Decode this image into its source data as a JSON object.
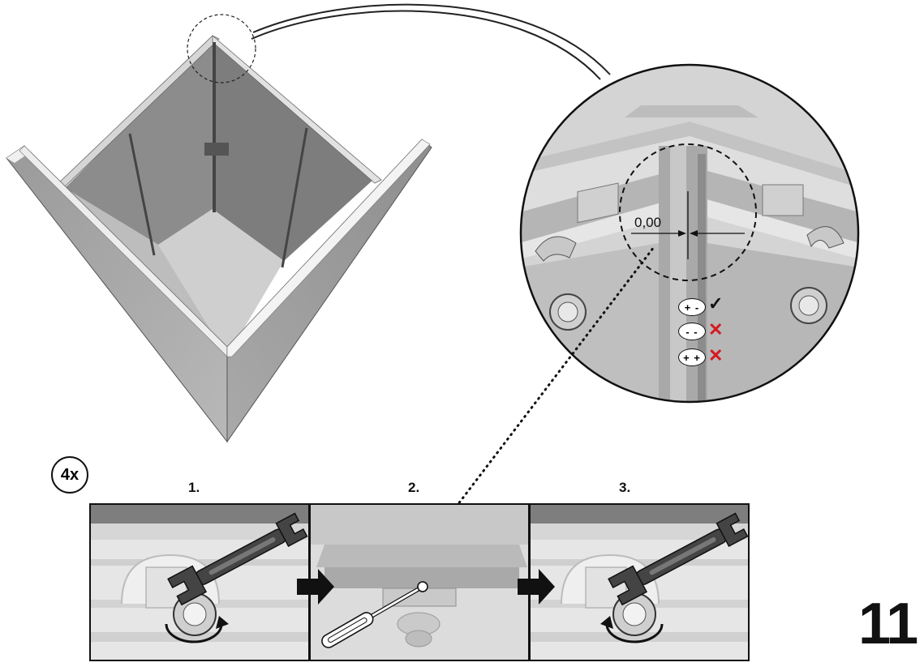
{
  "instruction": {
    "quantity_badge": "4x",
    "steps": [
      {
        "number": "1.",
        "icon": "wrench-loosen-icon"
      },
      {
        "number": "2.",
        "icon": "screwdriver-adjust-icon"
      },
      {
        "number": "3.",
        "icon": "wrench-tighten-icon"
      }
    ],
    "detail": {
      "gap_value": "0,00",
      "alignment_options": [
        {
          "symbol": "+ -",
          "result_icon": "check-icon",
          "result": "✓"
        },
        {
          "symbol": "- -",
          "result_icon": "cross-icon",
          "result": "✕"
        },
        {
          "symbol": "+ +",
          "result_icon": "cross-icon",
          "result": "✕"
        }
      ]
    },
    "page_number": "11"
  },
  "colors": {
    "ok": "#111111",
    "wrong": "#d71920",
    "panel_dark": "#8a8a8a",
    "panel_light": "#d9d9d9"
  }
}
